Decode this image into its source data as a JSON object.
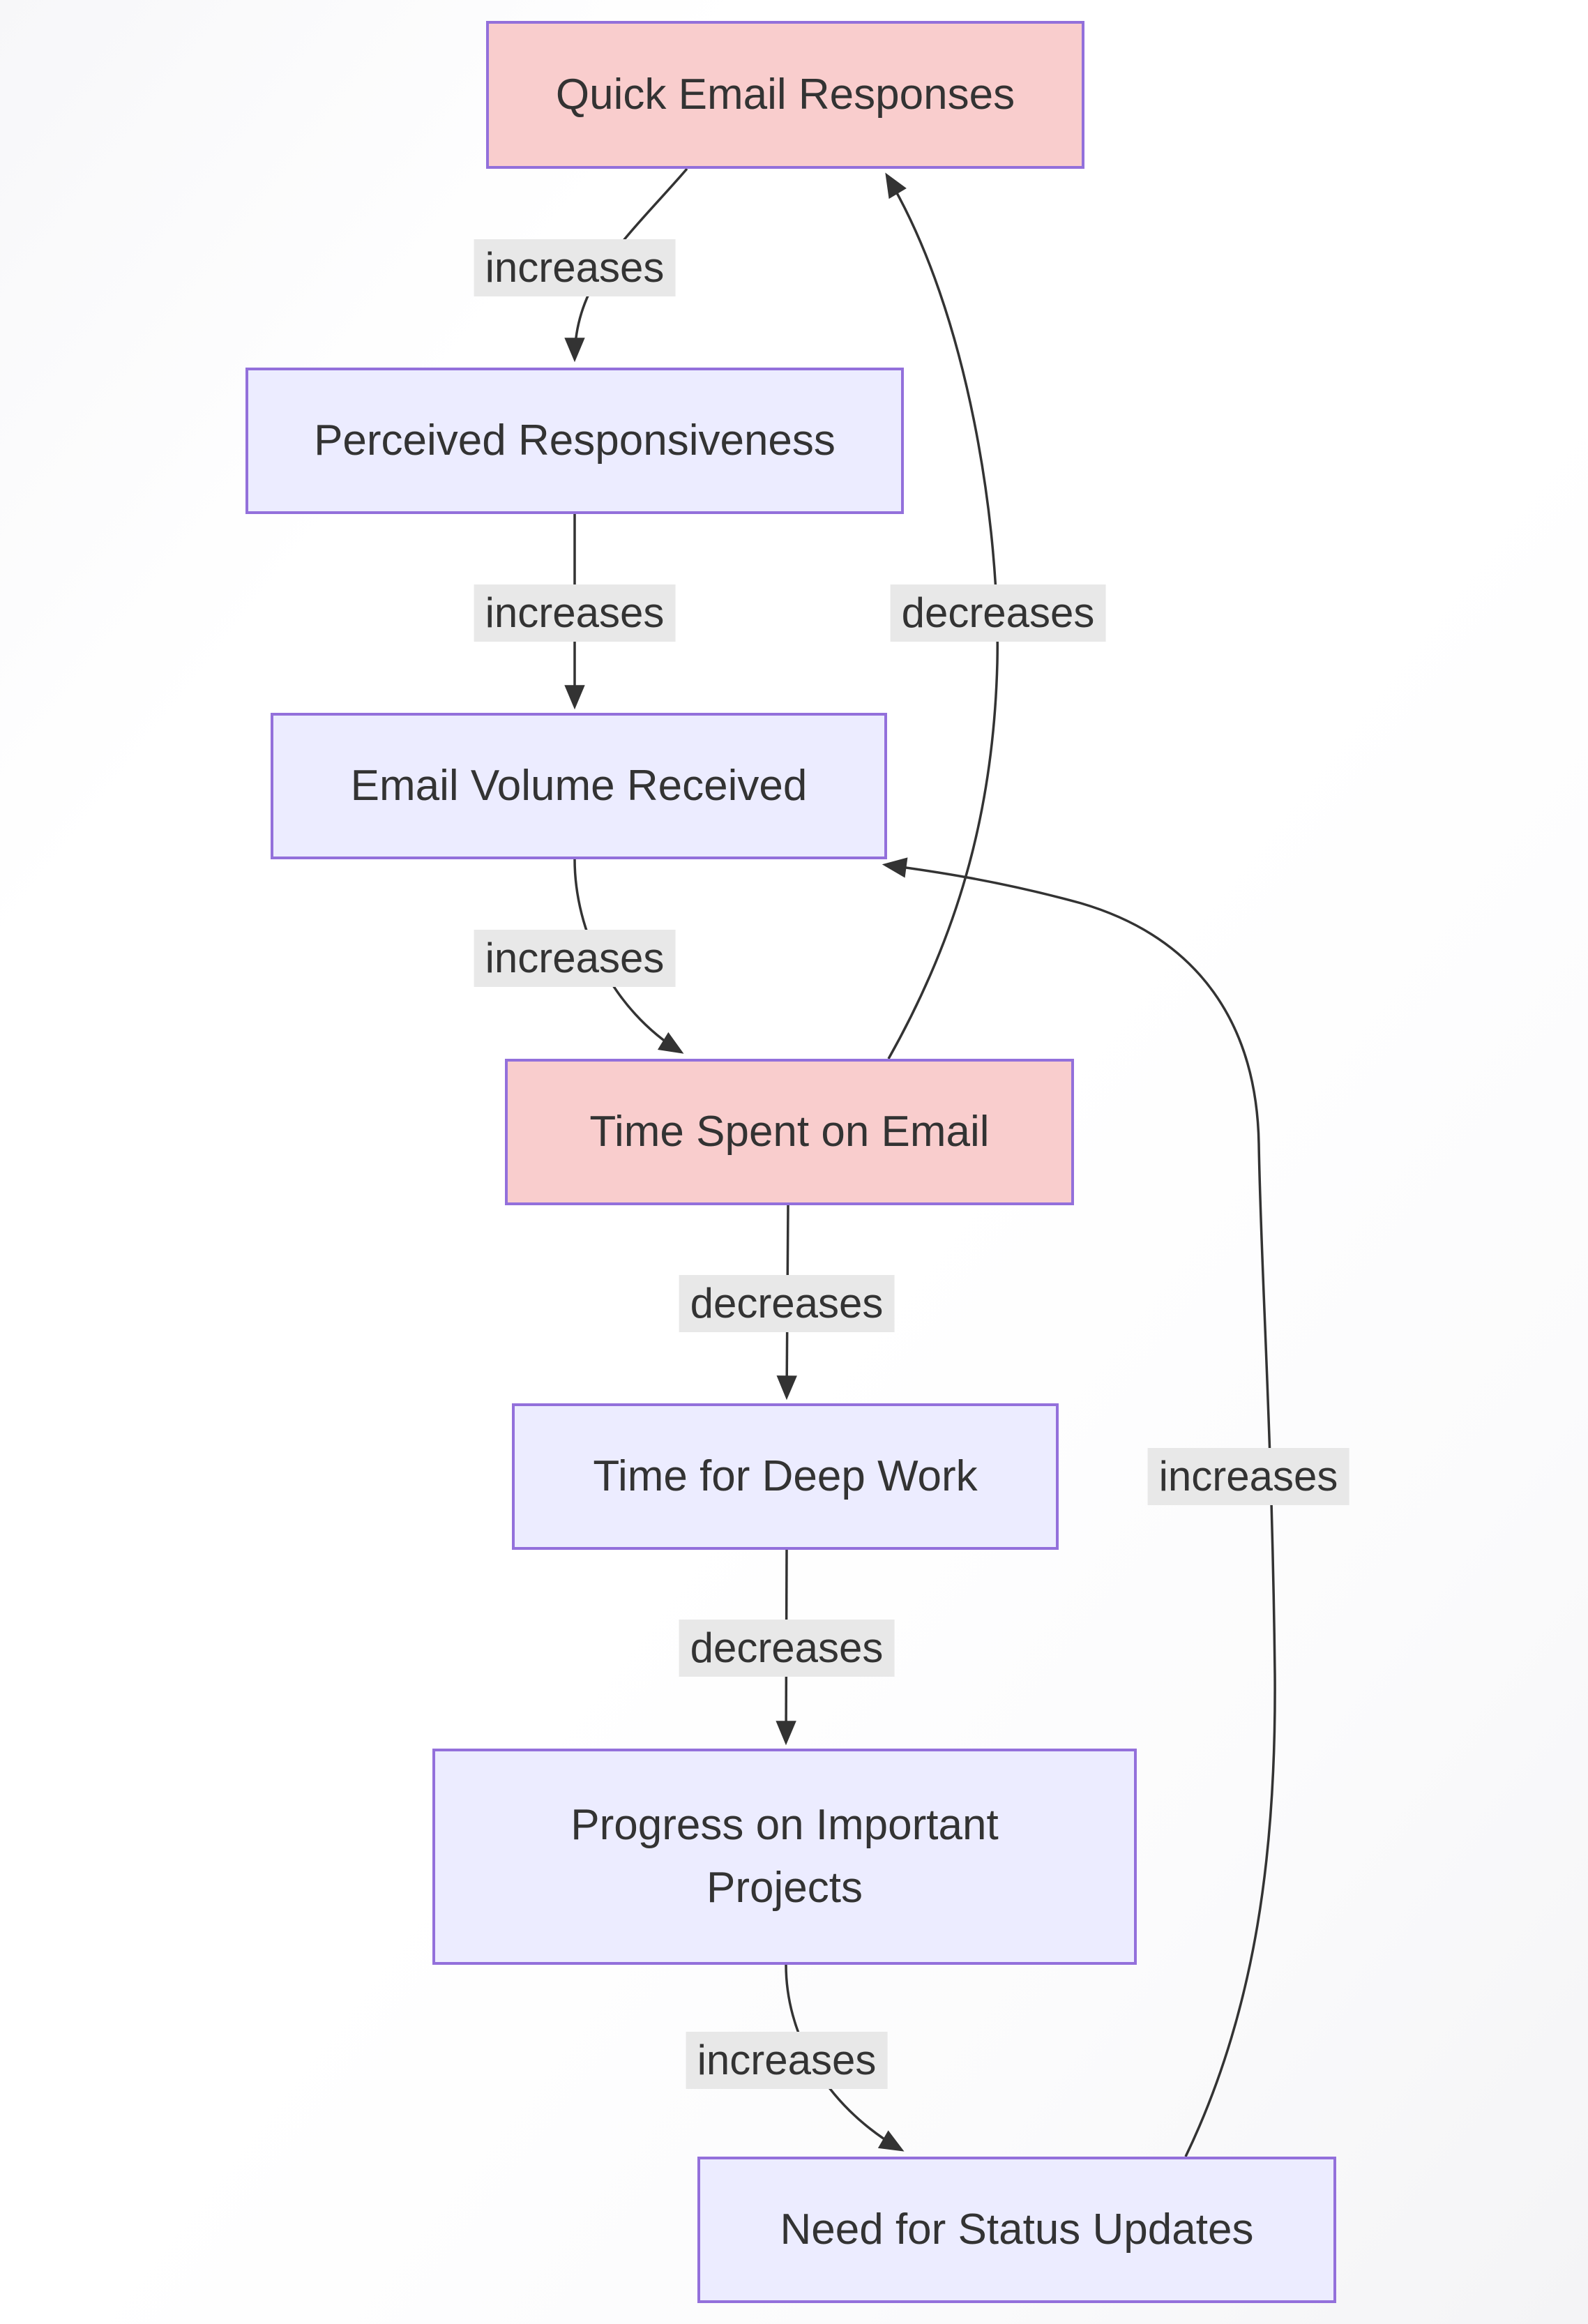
{
  "diagram": {
    "type": "flowchart",
    "direction": "top-down",
    "nodes": [
      {
        "id": "A",
        "label": "Quick Email Responses",
        "kind": "highlight"
      },
      {
        "id": "B",
        "label": "Perceived Responsiveness",
        "kind": "normal"
      },
      {
        "id": "C",
        "label": "Email Volume Received",
        "kind": "normal"
      },
      {
        "id": "D",
        "label": "Time Spent on Email",
        "kind": "highlight"
      },
      {
        "id": "E",
        "label": "Time for Deep Work",
        "kind": "normal"
      },
      {
        "id": "F",
        "label": "Progress on Important Projects",
        "kind": "normal"
      },
      {
        "id": "G",
        "label": "Need for Status Updates",
        "kind": "normal"
      }
    ],
    "edges": [
      {
        "from": "Quick Email Responses",
        "to": "Perceived Responsiveness",
        "label": "increases"
      },
      {
        "from": "Perceived Responsiveness",
        "to": "Email Volume Received",
        "label": "increases"
      },
      {
        "from": "Email Volume Received",
        "to": "Time Spent on Email",
        "label": "increases"
      },
      {
        "from": "Time Spent on Email",
        "to": "Quick Email Responses",
        "label": "decreases"
      },
      {
        "from": "Time Spent on Email",
        "to": "Time for Deep Work",
        "label": "decreases"
      },
      {
        "from": "Time for Deep Work",
        "to": "Progress on Important Projects",
        "label": "decreases"
      },
      {
        "from": "Progress on Important Projects",
        "to": "Need for Status Updates",
        "label": "increases"
      },
      {
        "from": "Need for Status Updates",
        "to": "Email Volume Received",
        "label": "increases"
      }
    ],
    "colors": {
      "node_fill": "#ECECFF",
      "node_fill_highlight": "#F9CDCD",
      "node_border": "#9370DB",
      "edge_line": "#333333",
      "edge_label_background": "#E8E8E8",
      "text": "#333333"
    }
  }
}
